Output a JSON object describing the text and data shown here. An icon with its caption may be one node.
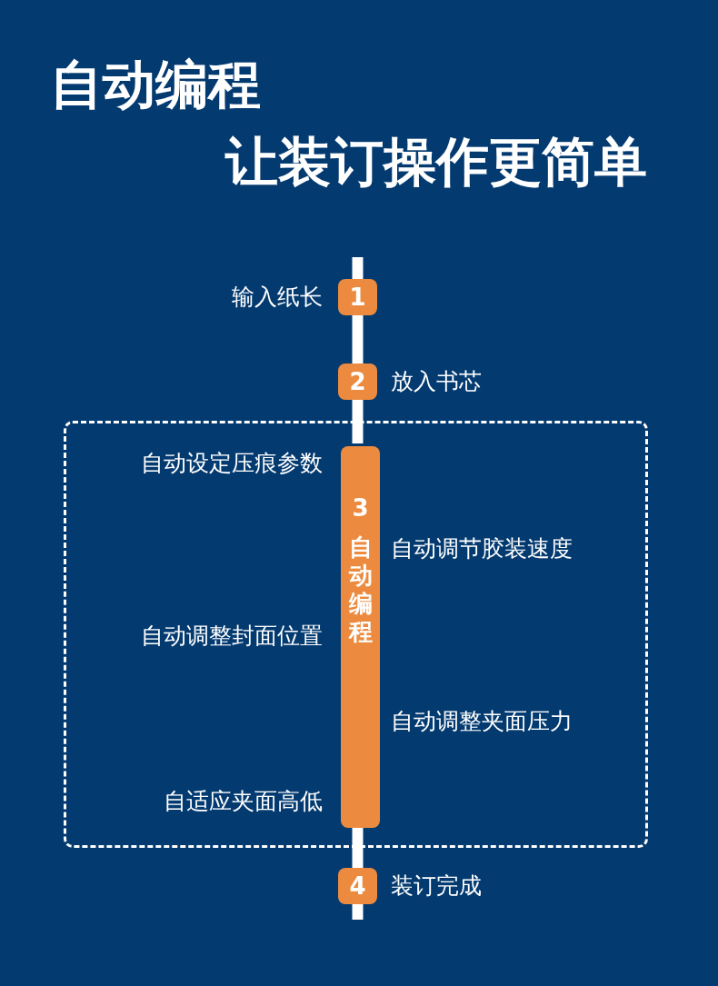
{
  "diagram": {
    "title": "自动编程",
    "nodes": [
      {
        "text": [
          "1"
        ],
        "beside": [
          "输入纸长"
        ]
      },
      {
        "text": [
          "2"
        ],
        "beside": [
          "放入书芯"
        ]
      },
      {
        "text": [],
        "shape": "box"
      },
      {
        "text": [
          "3",
          "自动编程"
        ],
        "in": 2,
        "beside": [
          "自动设定压痕参数",
          "自动调节胶装速度",
          "自动调整封面位置",
          "自动调整夹面压力",
          "自适应夹面高低"
        ]
      },
      {
        "text": [
          "4"
        ],
        "beside": [
          "装订完成"
        ]
      }
    ],
    "edges": [
      {
        "from": null,
        "to": 0,
        "arrow": "none"
      },
      {
        "from": 0,
        "to": 1,
        "arrow": "none"
      },
      {
        "from": 1,
        "to": 3,
        "arrow": "none"
      },
      {
        "from": 3,
        "to": 4,
        "arrow": "none"
      },
      {
        "from": 4,
        "to": null,
        "arrow": "none"
      }
    ],
    "labels": [
      "让装订操作更简单"
    ]
  }
}
